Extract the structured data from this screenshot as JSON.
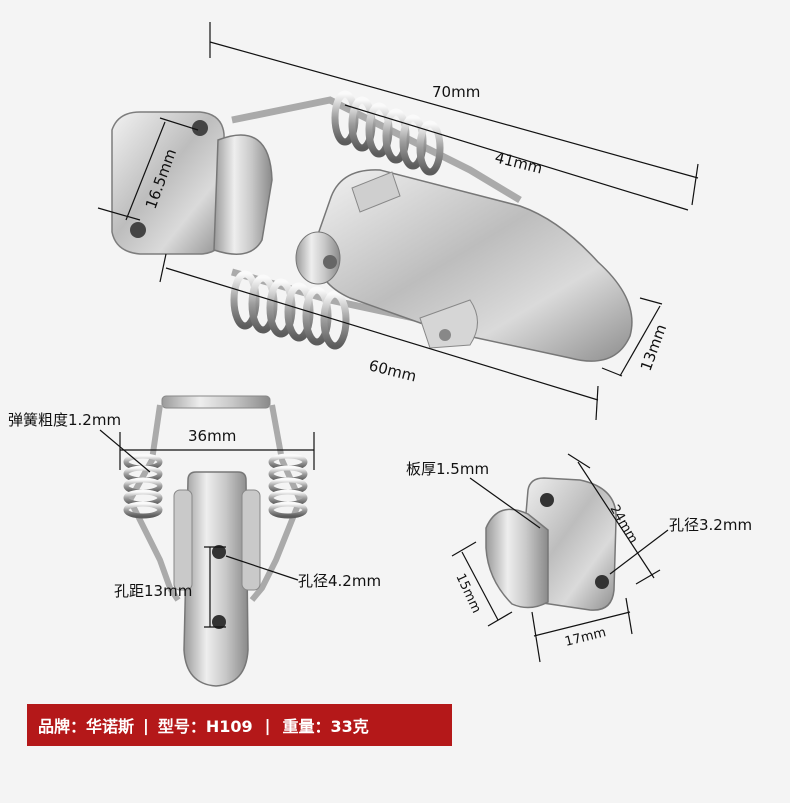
{
  "dimensions": {
    "overall_length": "70mm",
    "spring_length": "41mm",
    "plate_width": "16.5mm",
    "body_length": "60mm",
    "latch_width": "13mm",
    "spring_spacing": "36mm",
    "wire_gauge": "弹簧粗度1.2mm",
    "hole_pitch": "孔距13mm",
    "hole_diameter_body": "孔径4.2mm",
    "plate_thickness": "板厚1.5mm",
    "hole_diameter_plate": "孔径3.2mm",
    "plate_height": "24mm",
    "hook_height": "15mm",
    "plate_base": "17mm"
  },
  "banner": {
    "brand": "品牌：华诺斯",
    "sep1": "|",
    "model": "型号：H109",
    "sep2": "|",
    "weight": "重量：33克"
  },
  "colors": {
    "metal_light": "#e4e4e4",
    "metal_dark": "#8a8a8a",
    "banner": "#b41819"
  }
}
